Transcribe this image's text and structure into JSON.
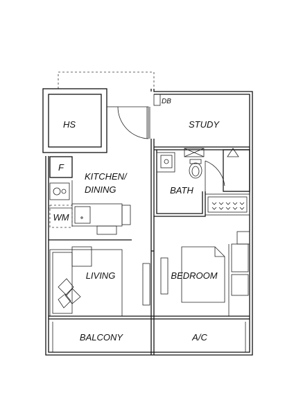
{
  "rooms": {
    "hs": "HS",
    "db": "DB",
    "study": "STUDY",
    "f": "F",
    "kitchen_line1": "KITCHEN/",
    "kitchen_line2": "DINING",
    "bath": "BATH",
    "wm": "WM",
    "living": "LIVING",
    "bedroom": "BEDROOM",
    "balcony": "BALCONY",
    "ac": "A/C"
  }
}
